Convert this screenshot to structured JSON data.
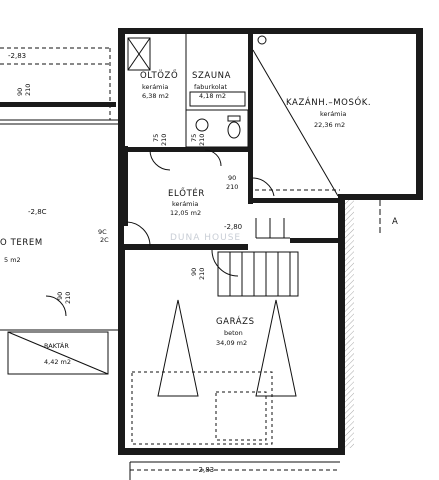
{
  "rooms": {
    "oltozo": {
      "name": "ÖLTÖZŐ",
      "material": "kerámia",
      "area": "6,38 m2"
    },
    "szauna": {
      "name": "SZAUNA",
      "material": "faburkolat",
      "area": "4,18 m2"
    },
    "kazanh": {
      "name": "KAZÁNH.–MOSÓK.",
      "material": "kerámia",
      "area": "22,36 m2"
    },
    "eloter": {
      "name": "ELŐTÉR",
      "material": "kerámia",
      "area": "12,05 m2"
    },
    "garazs": {
      "name": "GARÁZS",
      "material": "beton",
      "area": "34,09 m2"
    },
    "terem": {
      "name": "O TEREM",
      "area": "5 m2"
    },
    "raktar": {
      "name": "RAKTÁR",
      "area": "4,42 m2"
    }
  },
  "levels": {
    "top_left": "-2,83",
    "left_room": "-2,8C",
    "eloter_right": "-2,80",
    "bottom": "-2,83"
  },
  "door_labels": {
    "d1_w": "90",
    "d1_h": "210",
    "d2_w": "75",
    "d2_h": "210",
    "d3_w": "75",
    "d3_h": "210",
    "d4_w": "90",
    "d4_h": "210",
    "d5_w": "9C",
    "d5_h": "2C",
    "d6_w": "90",
    "d6_h": "210",
    "d7_w": "90",
    "d7_h": "210"
  },
  "section_marker": "A",
  "watermark": "DUNA HOUSE"
}
